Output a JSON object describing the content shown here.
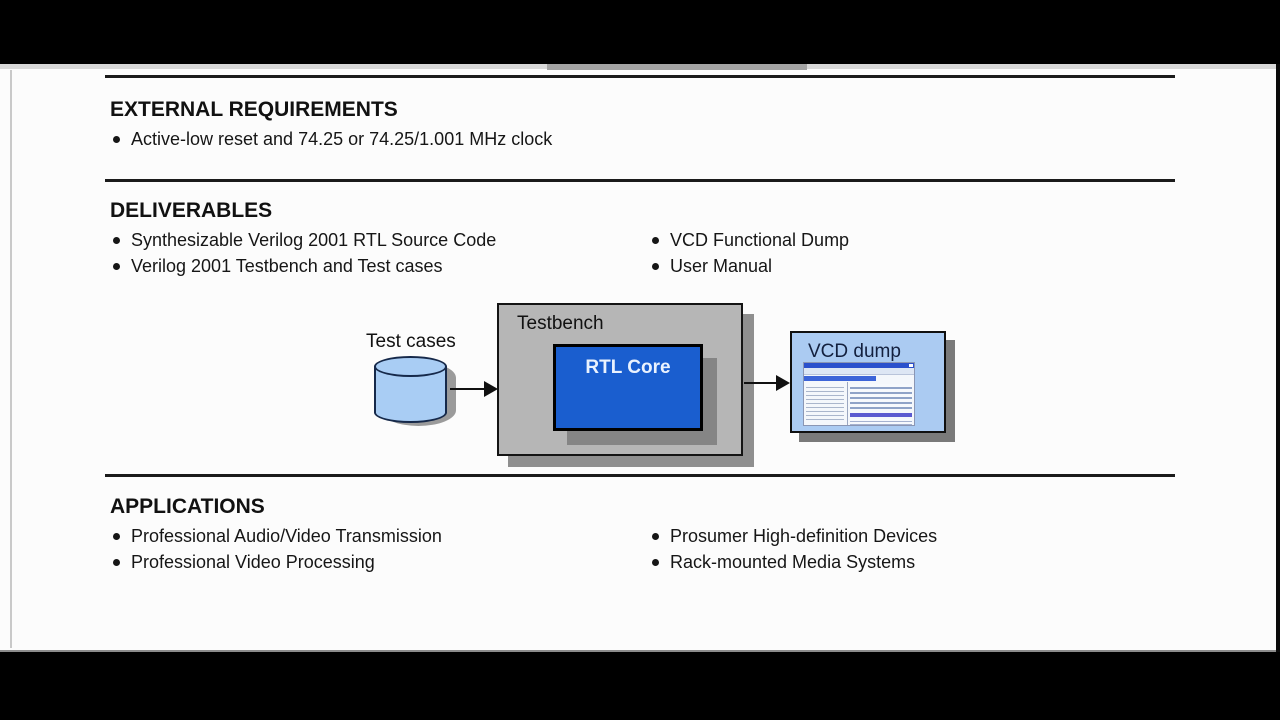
{
  "sections": {
    "external_requirements": {
      "heading": "EXTERNAL REQUIREMENTS",
      "bullets": [
        "Active-low reset and 74.25 or 74.25/1.001 MHz clock"
      ]
    },
    "deliverables": {
      "heading": "DELIVERABLES",
      "left_bullets": [
        "Synthesizable Verilog 2001 RTL Source Code",
        "Verilog 2001 Testbench and Test cases"
      ],
      "right_bullets": [
        "VCD Functional Dump",
        "User Manual"
      ]
    },
    "applications": {
      "heading": "APPLICATIONS",
      "left_bullets": [
        "Professional Audio/Video Transmission",
        "Professional Video Processing"
      ],
      "right_bullets": [
        "Prosumer High-definition Devices",
        "Rack-mounted Media Systems"
      ]
    }
  },
  "diagram": {
    "test_cases_label": "Test cases",
    "testbench_label": "Testbench",
    "rtl_core_label": "RTL Core",
    "vcd_dump_label": "VCD dump"
  },
  "colors": {
    "rtl_core_blue": "#1a5ecf",
    "diagram_light_blue": "#a9cdf4",
    "vcd_box_blue": "#abcbf2",
    "testbench_gray": "#b6b6b6",
    "shadow_gray": "#8f8f8f",
    "letterbox_black": "#000000",
    "slide_white": "#fcfcfc",
    "rule_dark": "#1b1b1b"
  }
}
